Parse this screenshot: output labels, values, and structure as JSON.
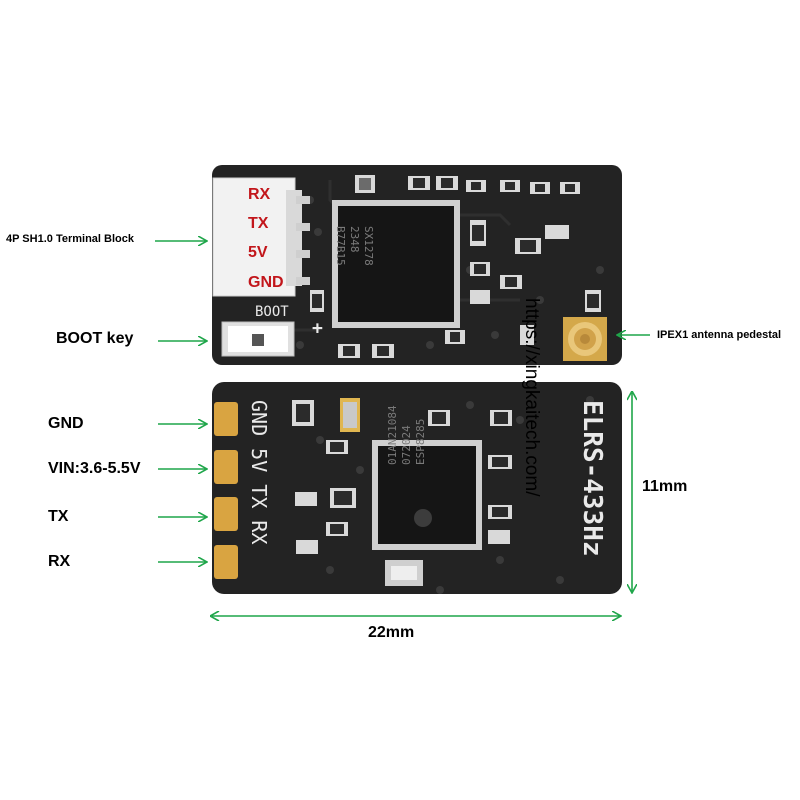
{
  "connector_pins": [
    "RX",
    "TX",
    "5V",
    "GND"
  ],
  "callouts": {
    "terminal_block": "4P SH1.0 Terminal Block",
    "boot_key": "BOOT key",
    "antenna": "IPEX1 antenna pedestal"
  },
  "back_pins": [
    "GND",
    "VIN:3.6-5.5V",
    "TX",
    "RX"
  ],
  "silkscreen": {
    "boot": "BOOT",
    "plus": "+",
    "pads": "GND 5V TX RX",
    "product": "ELRS-433Hz"
  },
  "chips": {
    "front": [
      "SX1278",
      "2348",
      "B77B15"
    ],
    "back": [
      "072024",
      "ESP8285",
      "01AN21084"
    ]
  },
  "url": "https://xingkaitech.com/",
  "dims": {
    "width": "22mm",
    "height": "11mm"
  },
  "colors": {
    "pcb": "#232323",
    "arrow": "#1fa64a",
    "pin_text": "#c2161b"
  }
}
